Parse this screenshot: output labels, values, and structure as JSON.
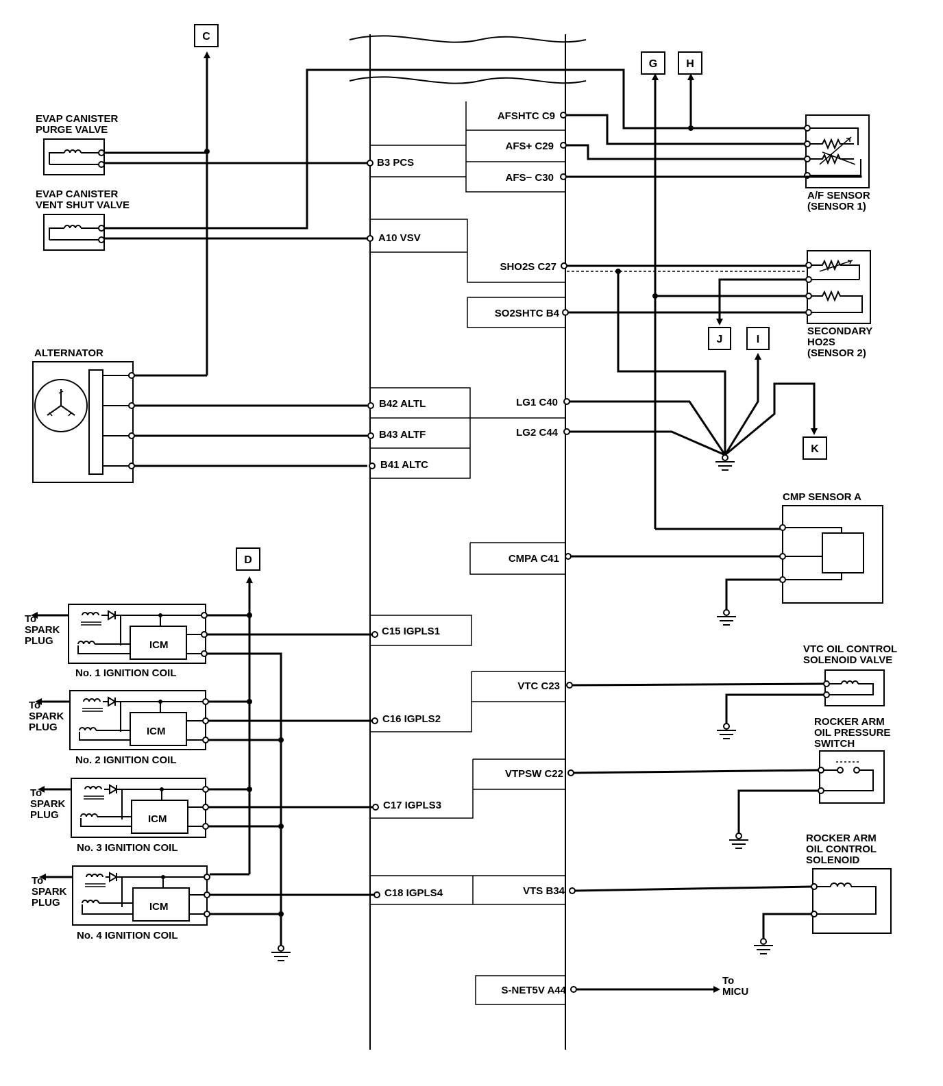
{
  "connectors": {
    "c": "C",
    "d": "D",
    "g": "G",
    "h": "H",
    "i": "I",
    "j": "J",
    "k": "K"
  },
  "components": {
    "evap_purge": [
      "EVAP CANISTER",
      "PURGE VALVE"
    ],
    "evap_vent": [
      "EVAP CANISTER",
      "VENT SHUT VALVE"
    ],
    "alternator": "ALTERNATOR",
    "af_sensor": [
      "A/F SENSOR",
      "(SENSOR 1)"
    ],
    "secondary_ho2s": [
      "SECONDARY",
      "HO2S",
      "(SENSOR 2)"
    ],
    "cmp_sensor": "CMP SENSOR A",
    "vtc_valve": [
      "VTC OIL CONTROL",
      "SOLENOID VALVE"
    ],
    "rocker_switch": [
      "ROCKER ARM",
      "OIL PRESSURE",
      "SWITCH"
    ],
    "rocker_solenoid": [
      "ROCKER ARM",
      "OIL CONTROL",
      "SOLENOID"
    ],
    "coils": [
      "No. 1 IGNITION COIL",
      "No. 2 IGNITION COIL",
      "No. 3 IGNITION COIL",
      "No. 4 IGNITION COIL"
    ],
    "icm": "ICM",
    "spark_plug": [
      "To",
      "SPARK",
      "PLUG"
    ],
    "micu": [
      "To",
      "MICU"
    ]
  },
  "ecm_pins": {
    "left": [
      "B3 PCS",
      "A10 VSV",
      "B42 ALTL",
      "B43 ALTF",
      "B41 ALTC",
      "C15 IGPLS1",
      "C16 IGPLS2",
      "C17 IGPLS3",
      "C18 IGPLS4"
    ],
    "right": [
      "AFSHTC C9",
      "AFS+ C29",
      "AFS− C30",
      "SHO2S C27",
      "SO2SHTC B4",
      "LG1 C40",
      "LG2 C44",
      "CMPA C41",
      "VTC C23",
      "VTPSW C22",
      "VTS B34",
      "S-NET5V A44"
    ]
  }
}
